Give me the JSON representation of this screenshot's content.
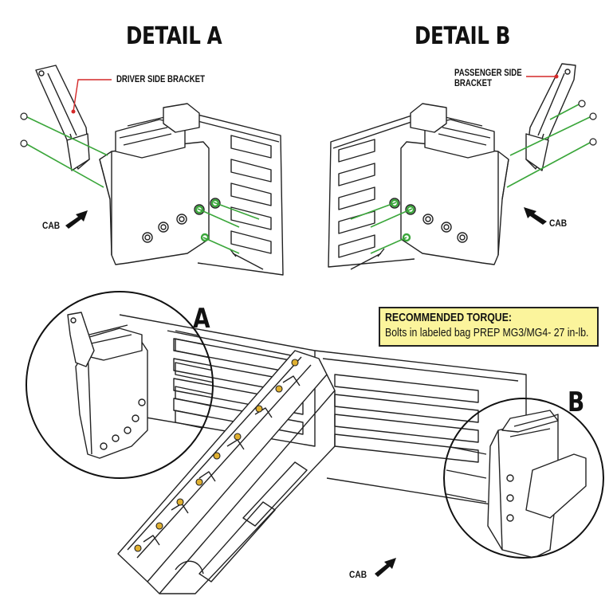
{
  "detail_a": {
    "title": "DETAIL A",
    "callout": "DRIVER SIDE BRACKET",
    "cab_label": "CAB"
  },
  "detail_b": {
    "title": "DETAIL B",
    "callout_line1": "PASSENGER SIDE",
    "callout_line2": "BRACKET",
    "cab_label": "CAB"
  },
  "overview": {
    "marker_a": "A",
    "marker_b": "B",
    "cab_label": "CAB"
  },
  "torque": {
    "heading": "RECOMMENDED TORQUE:",
    "text": "Bolts in labeled bag PREP MG3/MG4- 27 in-lb."
  },
  "colors": {
    "line": "#222222",
    "fastener": "#3aa63a",
    "callout": "#d42828",
    "torque_bg": "#fbf49c",
    "boss_fill": "#e0b030"
  },
  "icons": [
    "cab-arrow-icon"
  ]
}
